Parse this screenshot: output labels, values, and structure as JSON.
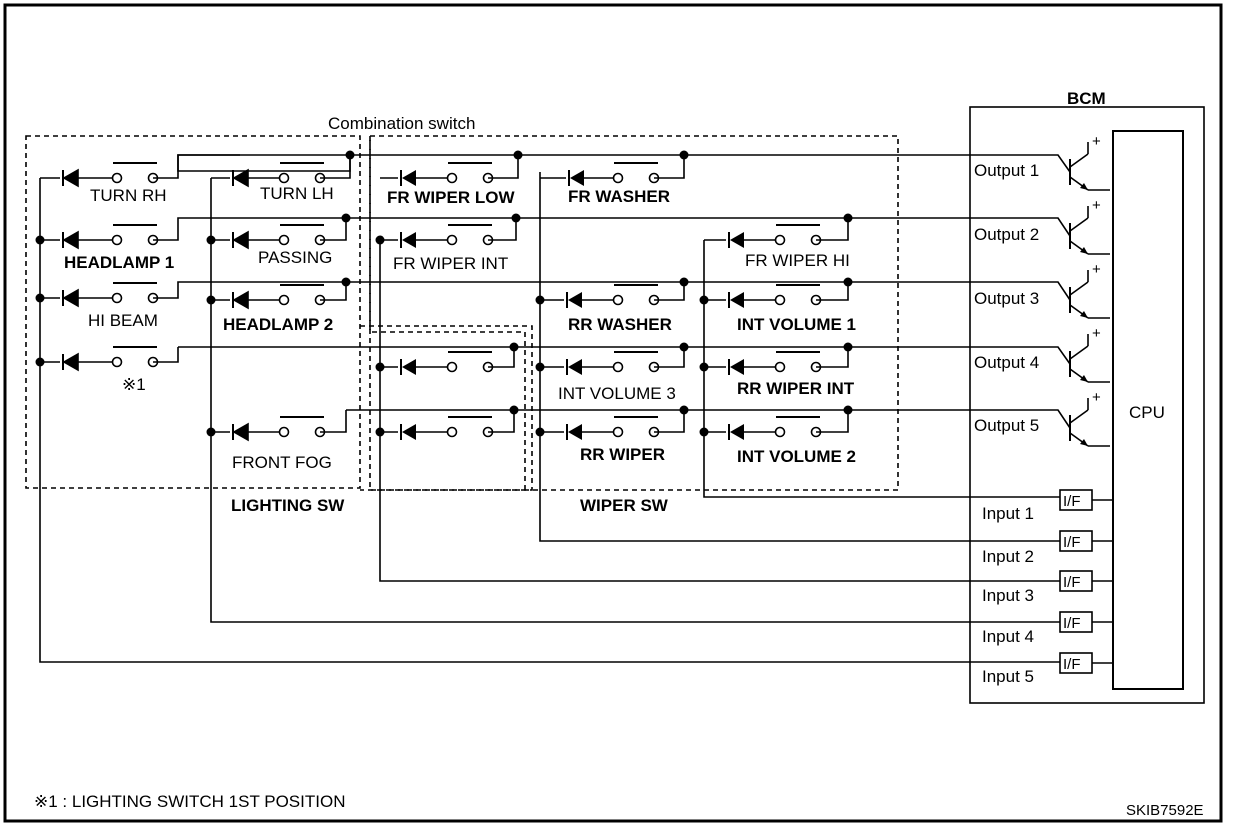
{
  "title": "Combination switch",
  "bcm": {
    "label": "BCM",
    "cpu": "CPU",
    "interface": "I/F",
    "outputs": [
      "Output 1",
      "Output 2",
      "Output 3",
      "Output 4",
      "Output 5"
    ],
    "inputs": [
      "Input 1",
      "Input 2",
      "Input 3",
      "Input 4",
      "Input 5"
    ]
  },
  "groups": {
    "lighting": "LIGHTING SW",
    "wiper": "WIPER SW"
  },
  "switches": {
    "turn_rh": "TURN RH",
    "turn_lh": "TURN LH",
    "headlamp1": "HEADLAMP 1",
    "passing": "PASSING",
    "hi_beam": "HI BEAM",
    "headlamp2": "HEADLAMP 2",
    "pos1": "※1",
    "front_fog": "FRONT FOG",
    "fr_wiper_low": "FR WIPER LOW",
    "fr_washer": "FR WASHER",
    "fr_wiper_int": "FR WIPER INT",
    "fr_wiper_hi": "FR WIPER HI",
    "rr_washer": "RR WASHER",
    "int_volume1": "INT VOLUME 1",
    "int_volume3": "INT VOLUME 3",
    "rr_wiper_int": "RR WIPER INT",
    "rr_wiper": "RR WIPER",
    "int_volume2": "INT VOLUME 2"
  },
  "footnote": "※1 : LIGHTING SWITCH 1ST POSITION",
  "code": "SKIB7592E"
}
